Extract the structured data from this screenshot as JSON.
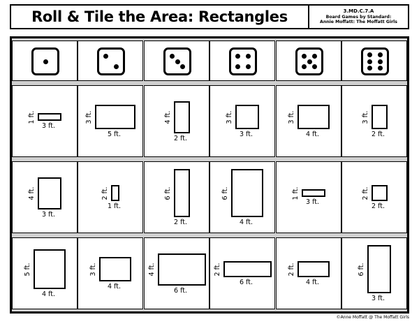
{
  "header": {
    "title": "Roll & Tile the Area: Rectangles",
    "standard_code": "3.MD.C.7.A",
    "series": "Board Games by Standard:",
    "author": "Annie Moffatt: The Moffatt Girls"
  },
  "footer": {
    "credit": "©Anne Moffatt @ The Moffatt Girls"
  },
  "dice": [
    {
      "name": "die-one-icon",
      "value": 1
    },
    {
      "name": "die-two-icon",
      "value": 2
    },
    {
      "name": "die-three-icon",
      "value": 3
    },
    {
      "name": "die-four-icon",
      "value": 4
    },
    {
      "name": "die-five-icon",
      "value": 5
    },
    {
      "name": "die-six-icon",
      "value": 6
    }
  ],
  "grid": [
    [
      {
        "height_label": "1 ft.",
        "width_label": "3 ft.",
        "height_ft": 1,
        "width_ft": 3
      },
      {
        "height_label": "3 ft.",
        "width_label": "5 ft.",
        "height_ft": 3,
        "width_ft": 5
      },
      {
        "height_label": "4 ft.",
        "width_label": "2 ft.",
        "height_ft": 4,
        "width_ft": 2
      },
      {
        "height_label": "3 ft.",
        "width_label": "3 ft.",
        "height_ft": 3,
        "width_ft": 3
      },
      {
        "height_label": "3 ft.",
        "width_label": "4 ft.",
        "height_ft": 3,
        "width_ft": 4
      },
      {
        "height_label": "3 ft.",
        "width_label": "2 ft.",
        "height_ft": 3,
        "width_ft": 2
      }
    ],
    [
      {
        "height_label": "4 ft.",
        "width_label": "3 ft.",
        "height_ft": 4,
        "width_ft": 3
      },
      {
        "height_label": "2 ft.",
        "width_label": "1 ft.",
        "height_ft": 2,
        "width_ft": 1
      },
      {
        "height_label": "6 ft.",
        "width_label": "2 ft.",
        "height_ft": 6,
        "width_ft": 2
      },
      {
        "height_label": "6 ft.",
        "width_label": "4 ft.",
        "height_ft": 6,
        "width_ft": 4
      },
      {
        "height_label": "1 ft.",
        "width_label": "3 ft.",
        "height_ft": 1,
        "width_ft": 3
      },
      {
        "height_label": "2 ft.",
        "width_label": "2 ft.",
        "height_ft": 2,
        "width_ft": 2
      }
    ],
    [
      {
        "height_label": "5 ft.",
        "width_label": "4 ft.",
        "height_ft": 5,
        "width_ft": 4
      },
      {
        "height_label": "3 ft.",
        "width_label": "4 ft.",
        "height_ft": 3,
        "width_ft": 4
      },
      {
        "height_label": "4 ft.",
        "width_label": "6 ft.",
        "height_ft": 4,
        "width_ft": 6
      },
      {
        "height_label": "2 ft.",
        "width_label": "6 ft.",
        "height_ft": 2,
        "width_ft": 6
      },
      {
        "height_label": "2 ft.",
        "width_label": "4 ft.",
        "height_ft": 2,
        "width_ft": 4
      },
      {
        "height_label": "6 ft.",
        "width_label": "3 ft.",
        "height_ft": 6,
        "width_ft": 3
      }
    ]
  ]
}
